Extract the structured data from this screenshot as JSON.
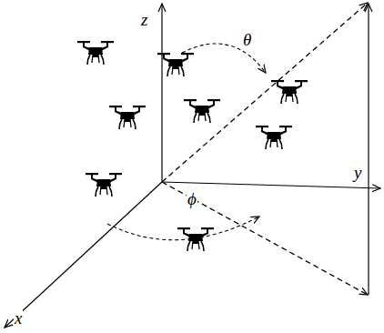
{
  "diagram": {
    "labels": [
      "z",
      "θ",
      "y",
      "x",
      "ϕ"
    ]
  }
}
